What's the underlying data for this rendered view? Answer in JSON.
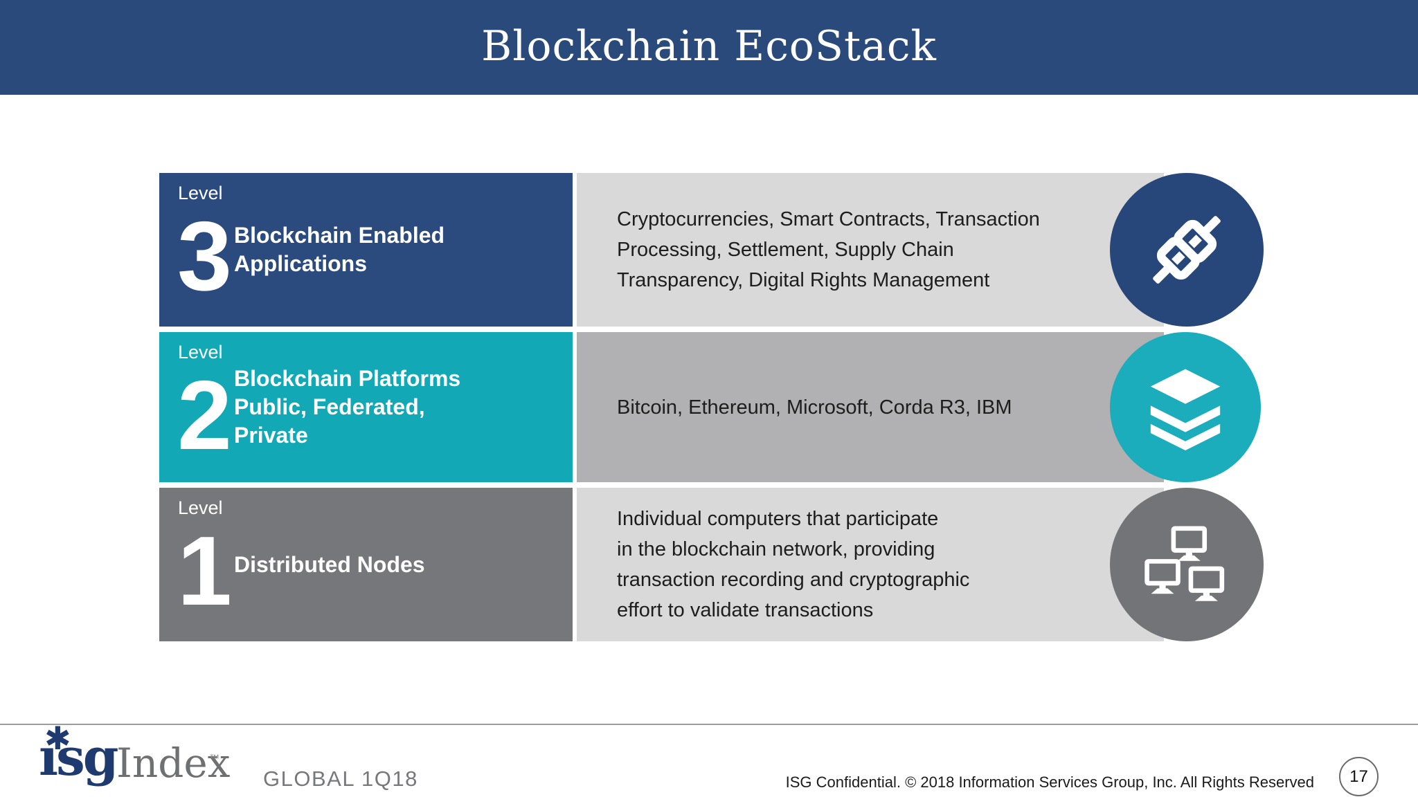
{
  "slide_title": "Blockchain EcoStack",
  "levels": [
    {
      "label": "Level",
      "number": "3",
      "title": "Blockchain Enabled\nApplications",
      "description": "Cryptocurrencies, Smart Contracts, Transaction\nProcessing, Settlement, Supply Chain\nTransparency, Digital Rights Management",
      "icon": "chain-link-icon",
      "band_color": "#2b4b7e",
      "panel_color": "#d9d9da",
      "circle_color": "#27477a"
    },
    {
      "label": "Level",
      "number": "2",
      "title": "Blockchain Platforms\nPublic, Federated,\nPrivate",
      "description": "Bitcoin, Ethereum, Microsoft, Corda R3, IBM",
      "icon": "layers-icon",
      "band_color": "#12a8b5",
      "panel_color": "#b1b1b3",
      "circle_color": "#1badbc"
    },
    {
      "label": "Level",
      "number": "1",
      "title": "Distributed Nodes",
      "description": "Individual computers that participate\nin the blockchain network, providing\ntransaction recording and cryptographic\neffort to validate transactions",
      "icon": "network-computers-icon",
      "band_color": "#76777a",
      "panel_color": "#d9d9da",
      "circle_color": "#737478"
    }
  ],
  "footer": {
    "logo_isg": "ısg",
    "logo_index": "Index",
    "logo_tm": "™",
    "logo_star": "✱",
    "edition": "GLOBAL 1Q18",
    "confidential": "ISG Confidential. © 2018 Information Services Group, Inc.  All Rights Reserved",
    "page_number": "17"
  },
  "colors": {
    "header_bg": "#2a4a7c",
    "accent_navy": "#1e3a6e",
    "panel_light_gray": "#d9d9da",
    "panel_dark_gray": "#b1b1b3",
    "teal": "#12a8b5",
    "level1_gray": "#76777a"
  }
}
